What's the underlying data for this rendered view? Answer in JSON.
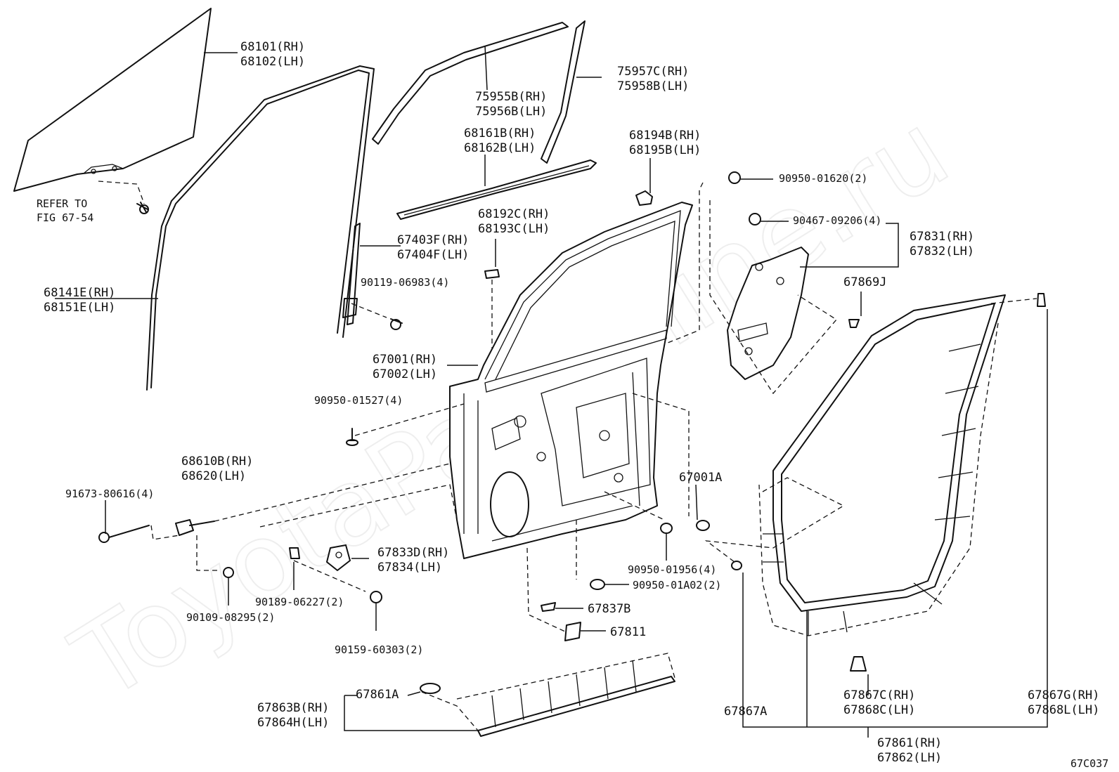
{
  "watermark": "ToyotaPartsMine.ru",
  "figure_code": "67C037",
  "labels": {
    "glass": [
      "68101(RH)",
      "68102(LH)"
    ],
    "refer": [
      "REFER TO",
      "FIG 67-54"
    ],
    "run_channel": [
      "68141E(RH)",
      "68151E(LH)"
    ],
    "belt_outer": [
      "75955B(RH)",
      "75956B(LH)"
    ],
    "pillar_garnish": [
      "75957C(RH)",
      "75958B(LH)"
    ],
    "belt_weather": [
      "68161B(RH)",
      "68162B(LH)"
    ],
    "sash_channel": [
      "67403F(RH)",
      "67404F(LH)"
    ],
    "bolt_90119": [
      "90119-06983(4)"
    ],
    "retainer_68192": [
      "68192C(RH)",
      "68193C(LH)"
    ],
    "stopper_68194": [
      "68194B(RH)",
      "68195B(LH)"
    ],
    "plug_90950_01620": [
      "90950-01620(2)"
    ],
    "clip_90467": [
      "90467-09206(4)"
    ],
    "service_cover": [
      "67831(RH)",
      "67832(LH)"
    ],
    "clip_67869j": [
      "67869J"
    ],
    "door_panel": [
      "67001(RH)",
      "67002(LH)"
    ],
    "plug_90950_01527": [
      "90950-01527(4)"
    ],
    "check_assy": [
      "68610B(RH)",
      "68620(LH)"
    ],
    "bolt_91673": [
      "91673-80616(4)"
    ],
    "plug_67001a": [
      "67001A"
    ],
    "hole_cover": [
      "67833D(RH)",
      "67834(LH)"
    ],
    "plug_90950_01956": [
      "90950-01956(4)"
    ],
    "plug_90950_01a02": [
      "90950-01A02(2)"
    ],
    "nut_90189": [
      "90189-06227(2)"
    ],
    "bolt_90109": [
      "90109-08295(2)"
    ],
    "screw_90159": [
      "90159-60303(2)"
    ],
    "clip_67837b": [
      "67837B"
    ],
    "tape_67811": [
      "67811"
    ],
    "weatherstrip_lower": [
      "67863B(RH)",
      "67864H(LH)"
    ],
    "clip_67861a": [
      "67861A"
    ],
    "clip_67867a": [
      "67867A"
    ],
    "clip_67867c": [
      "67867C(RH)",
      "67868C(LH)"
    ],
    "clip_67867g": [
      "67867G(RH)",
      "67868L(LH)"
    ],
    "weatherstrip_door": [
      "67861(RH)",
      "67862(LH)"
    ]
  }
}
